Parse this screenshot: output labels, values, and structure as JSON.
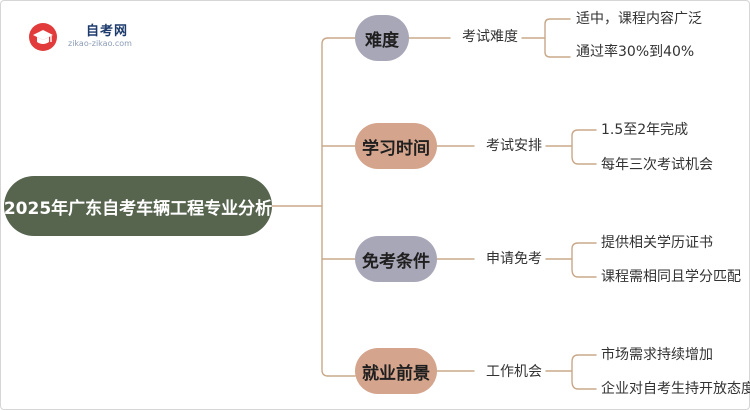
{
  "logo": {
    "title": "自考网",
    "url": "zikao-zikao.com",
    "icon": "graduation-cap-icon"
  },
  "root": {
    "label": "2025年广东自考车辆工程专业分析"
  },
  "branches": [
    {
      "label": "难度",
      "color": "#a8a7b7",
      "sub": "考试难度",
      "leaves": [
        "适中，课程内容广泛",
        "通过率30%到40%"
      ]
    },
    {
      "label": "学习时间",
      "color": "#d4a48c",
      "sub": "考试安排",
      "leaves": [
        "1.5至2年完成",
        "每年三次考试机会"
      ]
    },
    {
      "label": "免考条件",
      "color": "#a8a7b7",
      "sub": "申请免考",
      "leaves": [
        "提供相关学历证书",
        "课程需相同且学分匹配"
      ]
    },
    {
      "label": "就业前景",
      "color": "#d4a48c",
      "sub": "工作机会",
      "leaves": [
        "市场需求持续增加",
        "企业对自考生持开放态度"
      ]
    }
  ],
  "colors": {
    "root_fill": "#57654f",
    "connector": "#c9a88a",
    "text": "#333333"
  }
}
